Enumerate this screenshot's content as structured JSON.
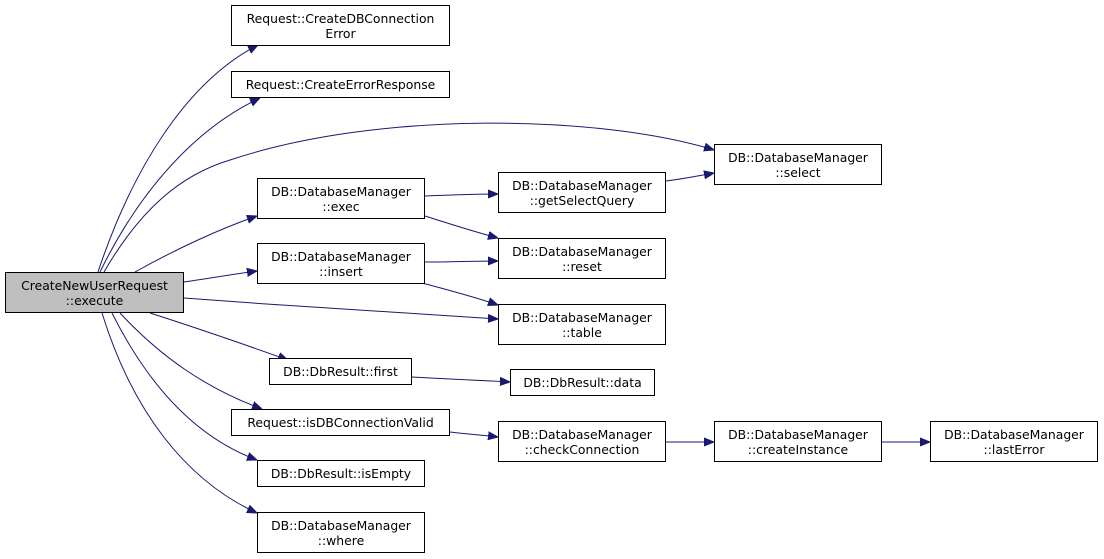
{
  "colors": {
    "edge": "#191970",
    "root_fill": "#bfbfbf",
    "node_fill": "#ffffff",
    "border": "#000000"
  },
  "nodes": {
    "root": {
      "line1": "CreateNewUserRequest",
      "line2": "::execute"
    },
    "createDbConnErr": {
      "line1": "Request::CreateDBConnection",
      "line2": "Error"
    },
    "createErrResp": {
      "line1": "Request::CreateErrorResponse"
    },
    "exec": {
      "line1": "DB::DatabaseManager",
      "line2": "::exec"
    },
    "insert": {
      "line1": "DB::DatabaseManager",
      "line2": "::insert"
    },
    "first": {
      "line1": "DB::DbResult::first"
    },
    "isDbConnValid": {
      "line1": "Request::isDBConnectionValid"
    },
    "isEmpty": {
      "line1": "DB::DbResult::isEmpty"
    },
    "where": {
      "line1": "DB::DatabaseManager",
      "line2": "::where"
    },
    "getSelectQuery": {
      "line1": "DB::DatabaseManager",
      "line2": "::getSelectQuery"
    },
    "reset": {
      "line1": "DB::DatabaseManager",
      "line2": "::reset"
    },
    "table": {
      "line1": "DB::DatabaseManager",
      "line2": "::table"
    },
    "data": {
      "line1": "DB::DbResult::data"
    },
    "checkConnection": {
      "line1": "DB::DatabaseManager",
      "line2": "::checkConnection"
    },
    "select": {
      "line1": "DB::DatabaseManager",
      "line2": "::select"
    },
    "createInstance": {
      "line1": "DB::DatabaseManager",
      "line2": "::createInstance"
    },
    "lastError": {
      "line1": "DB::DatabaseManager",
      "line2": "::lastError"
    }
  },
  "edges": [
    [
      "root",
      "createDbConnErr"
    ],
    [
      "root",
      "createErrResp"
    ],
    [
      "root",
      "select"
    ],
    [
      "root",
      "exec"
    ],
    [
      "root",
      "insert"
    ],
    [
      "root",
      "table"
    ],
    [
      "root",
      "first"
    ],
    [
      "root",
      "isDbConnValid"
    ],
    [
      "root",
      "isEmpty"
    ],
    [
      "root",
      "where"
    ],
    [
      "exec",
      "getSelectQuery"
    ],
    [
      "exec",
      "reset"
    ],
    [
      "getSelectQuery",
      "select"
    ],
    [
      "insert",
      "reset"
    ],
    [
      "insert",
      "table"
    ],
    [
      "first",
      "data"
    ],
    [
      "isDbConnValid",
      "checkConnection"
    ],
    [
      "checkConnection",
      "createInstance"
    ],
    [
      "createInstance",
      "lastError"
    ]
  ]
}
